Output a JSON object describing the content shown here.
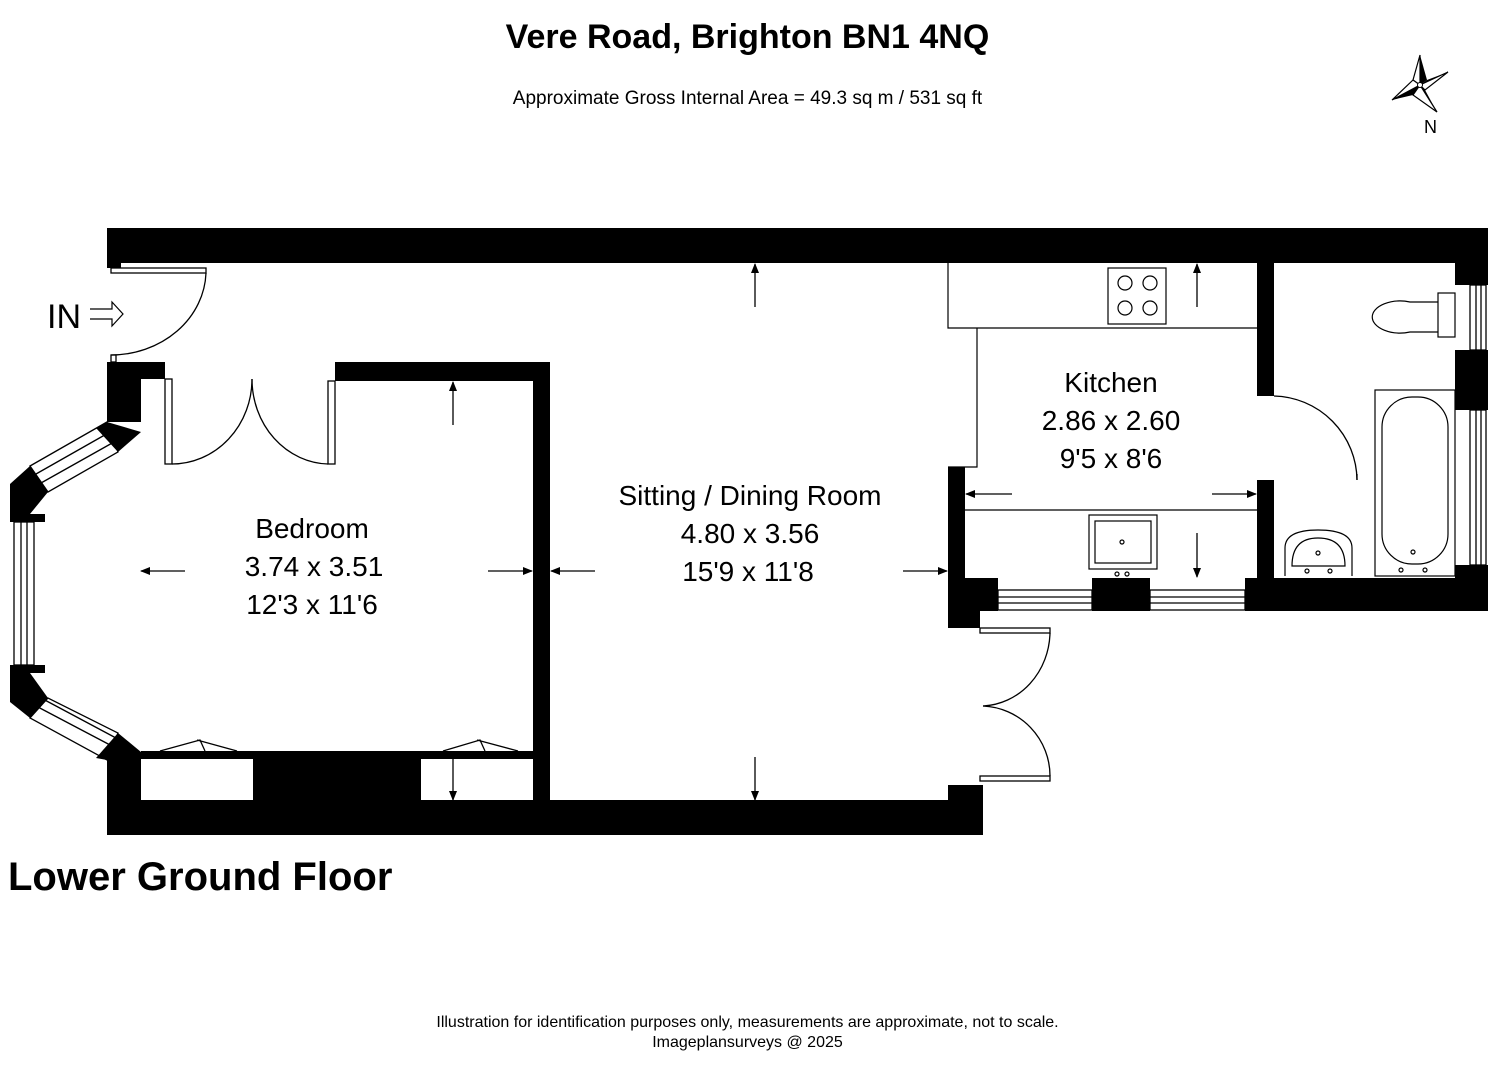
{
  "header": {
    "title": "Vere Road, Brighton BN1 4NQ",
    "area": "Approximate Gross Internal Area = 49.3 sq m / 531 sq ft"
  },
  "compass": {
    "label": "N"
  },
  "entrance": {
    "label": "IN"
  },
  "rooms": {
    "bedroom": {
      "name": "Bedroom",
      "metric": "3.74 x 3.51",
      "imperial": "12'3 x 11'6"
    },
    "sitting": {
      "name": "Sitting / Dining Room",
      "metric": "4.80 x 3.56",
      "imperial": "15'9 x 11'8"
    },
    "kitchen": {
      "name": "Kitchen",
      "metric": "2.86 x 2.60",
      "imperial": "9'5 x 8'6"
    }
  },
  "floor": {
    "label": "Lower Ground Floor"
  },
  "footer": {
    "disclaimer": "Illustration for identification purposes only, measurements are approximate, not to scale.",
    "credit": "Imageplansurveys @ 2025"
  }
}
